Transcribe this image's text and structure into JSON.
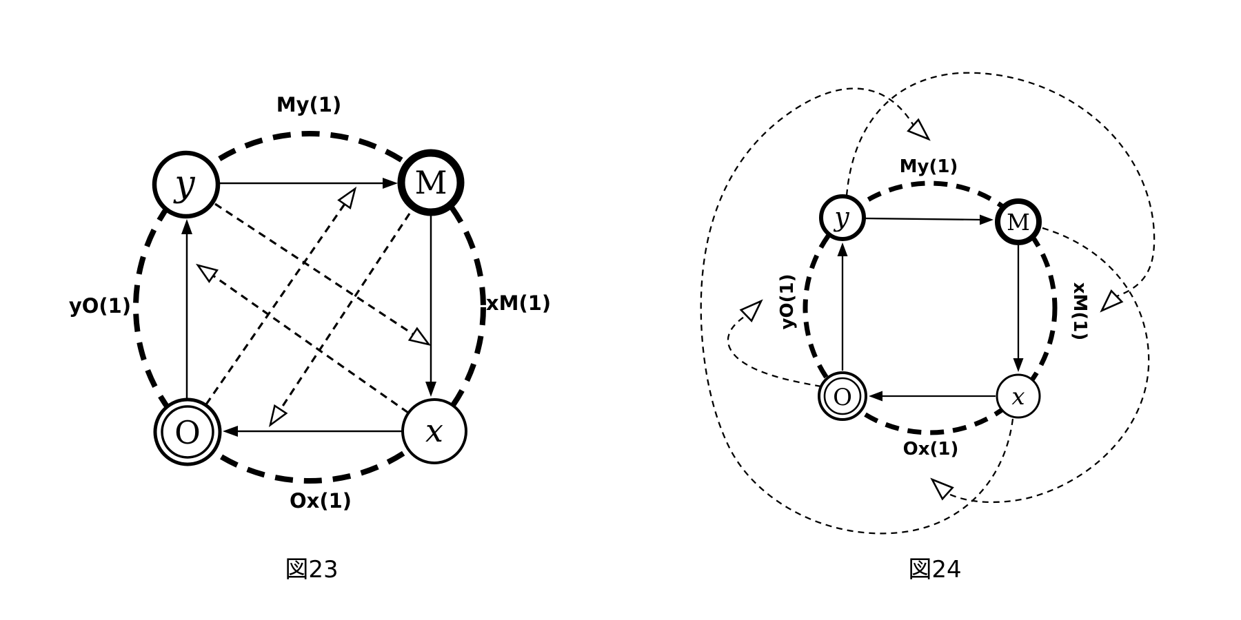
{
  "page": {
    "background": "#ffffff",
    "ink": "#000000"
  },
  "figures": [
    {
      "caption": "図23",
      "nodes": [
        {
          "id": "y",
          "label": "y",
          "style": "bold-circle"
        },
        {
          "id": "M",
          "label": "M",
          "style": "extra-bold-circle"
        },
        {
          "id": "O",
          "label": "O",
          "style": "double-circle"
        },
        {
          "id": "x",
          "label": "x",
          "style": "thin-circle"
        }
      ],
      "edge_labels": {
        "top": "My(1)",
        "left": "yO(1)",
        "right": "xM(1)",
        "bottom": "Ox(1)"
      },
      "solid_transitions": [
        {
          "from": "y",
          "to": "M"
        },
        {
          "from": "M",
          "to": "x"
        },
        {
          "from": "x",
          "to": "O"
        },
        {
          "from": "O",
          "to": "y"
        }
      ],
      "dashed_transitions": [
        {
          "from": "O",
          "toward": "M"
        },
        {
          "from": "y",
          "toward": "x"
        },
        {
          "from": "M",
          "toward": "O"
        },
        {
          "from": "x",
          "toward": "y"
        }
      ]
    },
    {
      "caption": "図24",
      "nodes": [
        {
          "id": "y",
          "label": "y",
          "style": "bold-circle"
        },
        {
          "id": "M",
          "label": "M",
          "style": "extra-bold-circle"
        },
        {
          "id": "O",
          "label": "O",
          "style": "double-circle"
        },
        {
          "id": "x",
          "label": "x",
          "style": "thin-circle"
        }
      ],
      "edge_labels": {
        "top": "My(1)",
        "left": "yO(1)",
        "right": "xM(1)",
        "bottom": "Ox(1)"
      },
      "solid_transitions": [
        {
          "from": "y",
          "to": "M"
        },
        {
          "from": "M",
          "to": "x"
        },
        {
          "from": "x",
          "to": "O"
        },
        {
          "from": "O",
          "to": "y"
        }
      ],
      "dashed_loops": [
        {
          "from": "y",
          "toward": "x",
          "route": "outside-top-right"
        },
        {
          "from": "M",
          "toward": "O",
          "route": "outside-bottom-right"
        },
        {
          "from": "x",
          "toward": "M",
          "route": "outside-bottom-left-over-top"
        },
        {
          "from": "O",
          "toward": "y",
          "route": "outside-left-hook"
        }
      ]
    }
  ]
}
